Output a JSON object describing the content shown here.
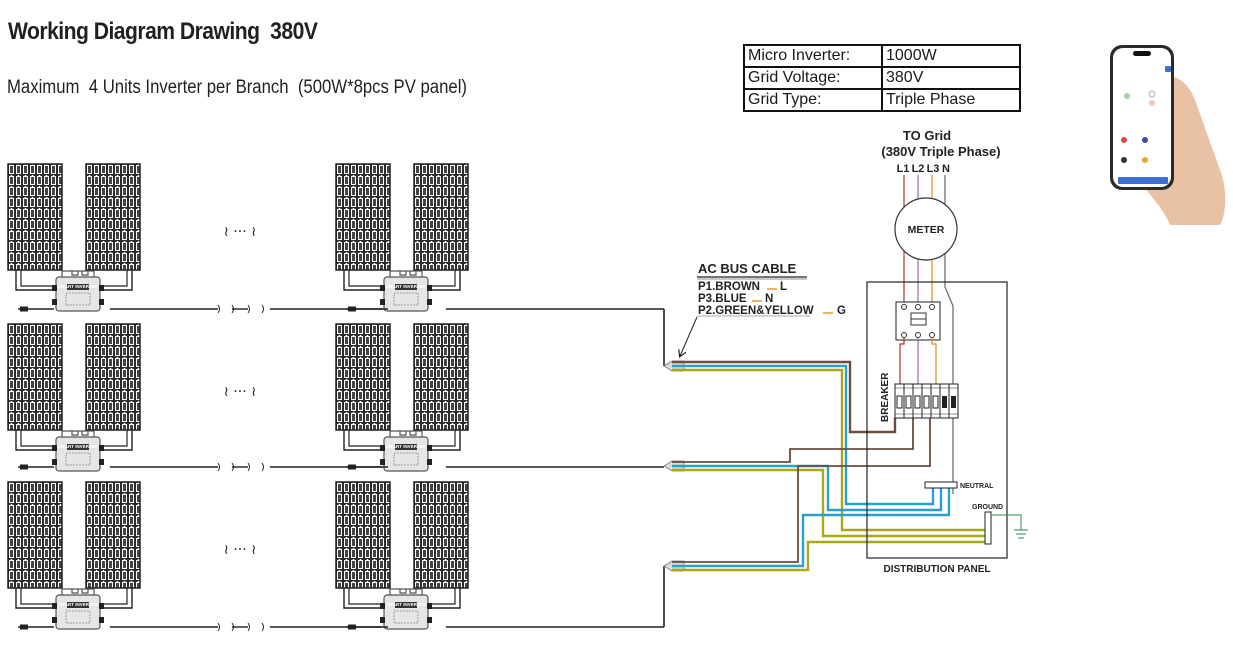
{
  "header": {
    "title": "Working Diagram Drawing  380V",
    "subtitle": "Maximum  4 Units Inverter per Branch  (500W*8pcs PV panel)"
  },
  "spec_table": [
    {
      "key": "Micro Inverter:",
      "value": "1000W"
    },
    {
      "key": "Grid Voltage:",
      "value": "380V"
    },
    {
      "key": "Grid Type:",
      "value": "Triple Phase"
    }
  ],
  "grid": {
    "title": "TO Grid",
    "subtitle": "(380V Triple Phase)",
    "lines": [
      "L1",
      "L2",
      "L3",
      "N"
    ],
    "meter_label": "METER"
  },
  "ac_bus_cable": {
    "title": "AC BUS CABLE",
    "wires": [
      {
        "pin": "P1.BROWN",
        "conductor": "L"
      },
      {
        "pin": "P3.BLUE",
        "conductor": "N"
      },
      {
        "pin": "P2.GREEN&YELLOW",
        "conductor": "G"
      }
    ]
  },
  "distribution_panel": {
    "label": "DISTRIBUTION PANEL",
    "breaker_label": "BREAKER",
    "neutral_label": "NEUTRAL",
    "ground_label": "GROUND"
  },
  "inverter": {
    "label_line1": "SMART",
    "label_line2": "INVERTER"
  },
  "branches": 3,
  "break_symbol": "≀ ··· ≀",
  "colors": {
    "brown": "#6b4c3f",
    "blue": "#2a9fd0",
    "yellow_green": "#a8a81a",
    "dark_green": "#3f6b2a",
    "l1": "#b03030",
    "l2": "#9b6bb0",
    "l3": "#e08a20",
    "n": "#555555",
    "ground": "#2e8b57"
  },
  "phone_app": {
    "description": "hand holding smartphone showing monitoring app"
  }
}
